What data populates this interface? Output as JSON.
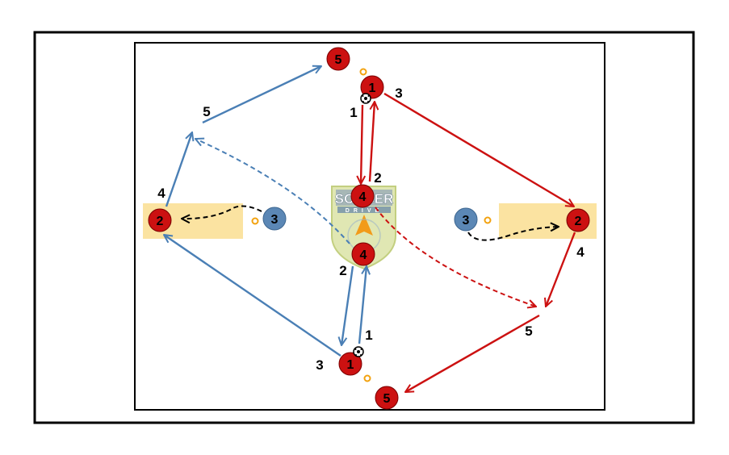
{
  "logo": {
    "line1": "SOCCER",
    "line2": "DRIVE"
  },
  "colors": {
    "red": "#cc1111",
    "blue": "#4a7fb5",
    "zone": "#fbe3a1",
    "cone": "#f2a20f"
  },
  "players_red": [
    {
      "id": "r-top-1",
      "label": "1"
    },
    {
      "id": "r-top-5",
      "label": "5"
    },
    {
      "id": "r-right-2",
      "label": "2"
    },
    {
      "id": "r-center-4",
      "label": "4"
    }
  ],
  "players_blue_team": [
    {
      "id": "b-bottom-1",
      "label": "1"
    },
    {
      "id": "b-bottom-5",
      "label": "5"
    },
    {
      "id": "b-left-2",
      "label": "2"
    },
    {
      "id": "b-center-4",
      "label": "4"
    }
  ],
  "defenders": [
    {
      "id": "d-left-3",
      "label": "3"
    },
    {
      "id": "d-right-3",
      "label": "3"
    }
  ],
  "pass_labels": {
    "top_1": "1",
    "top_2": "2",
    "top_3": "3",
    "right_4": "4",
    "right_5": "5",
    "bottom_1": "1",
    "bottom_2": "2",
    "bottom_3": "3",
    "left_4": "4",
    "left_5": "5"
  }
}
